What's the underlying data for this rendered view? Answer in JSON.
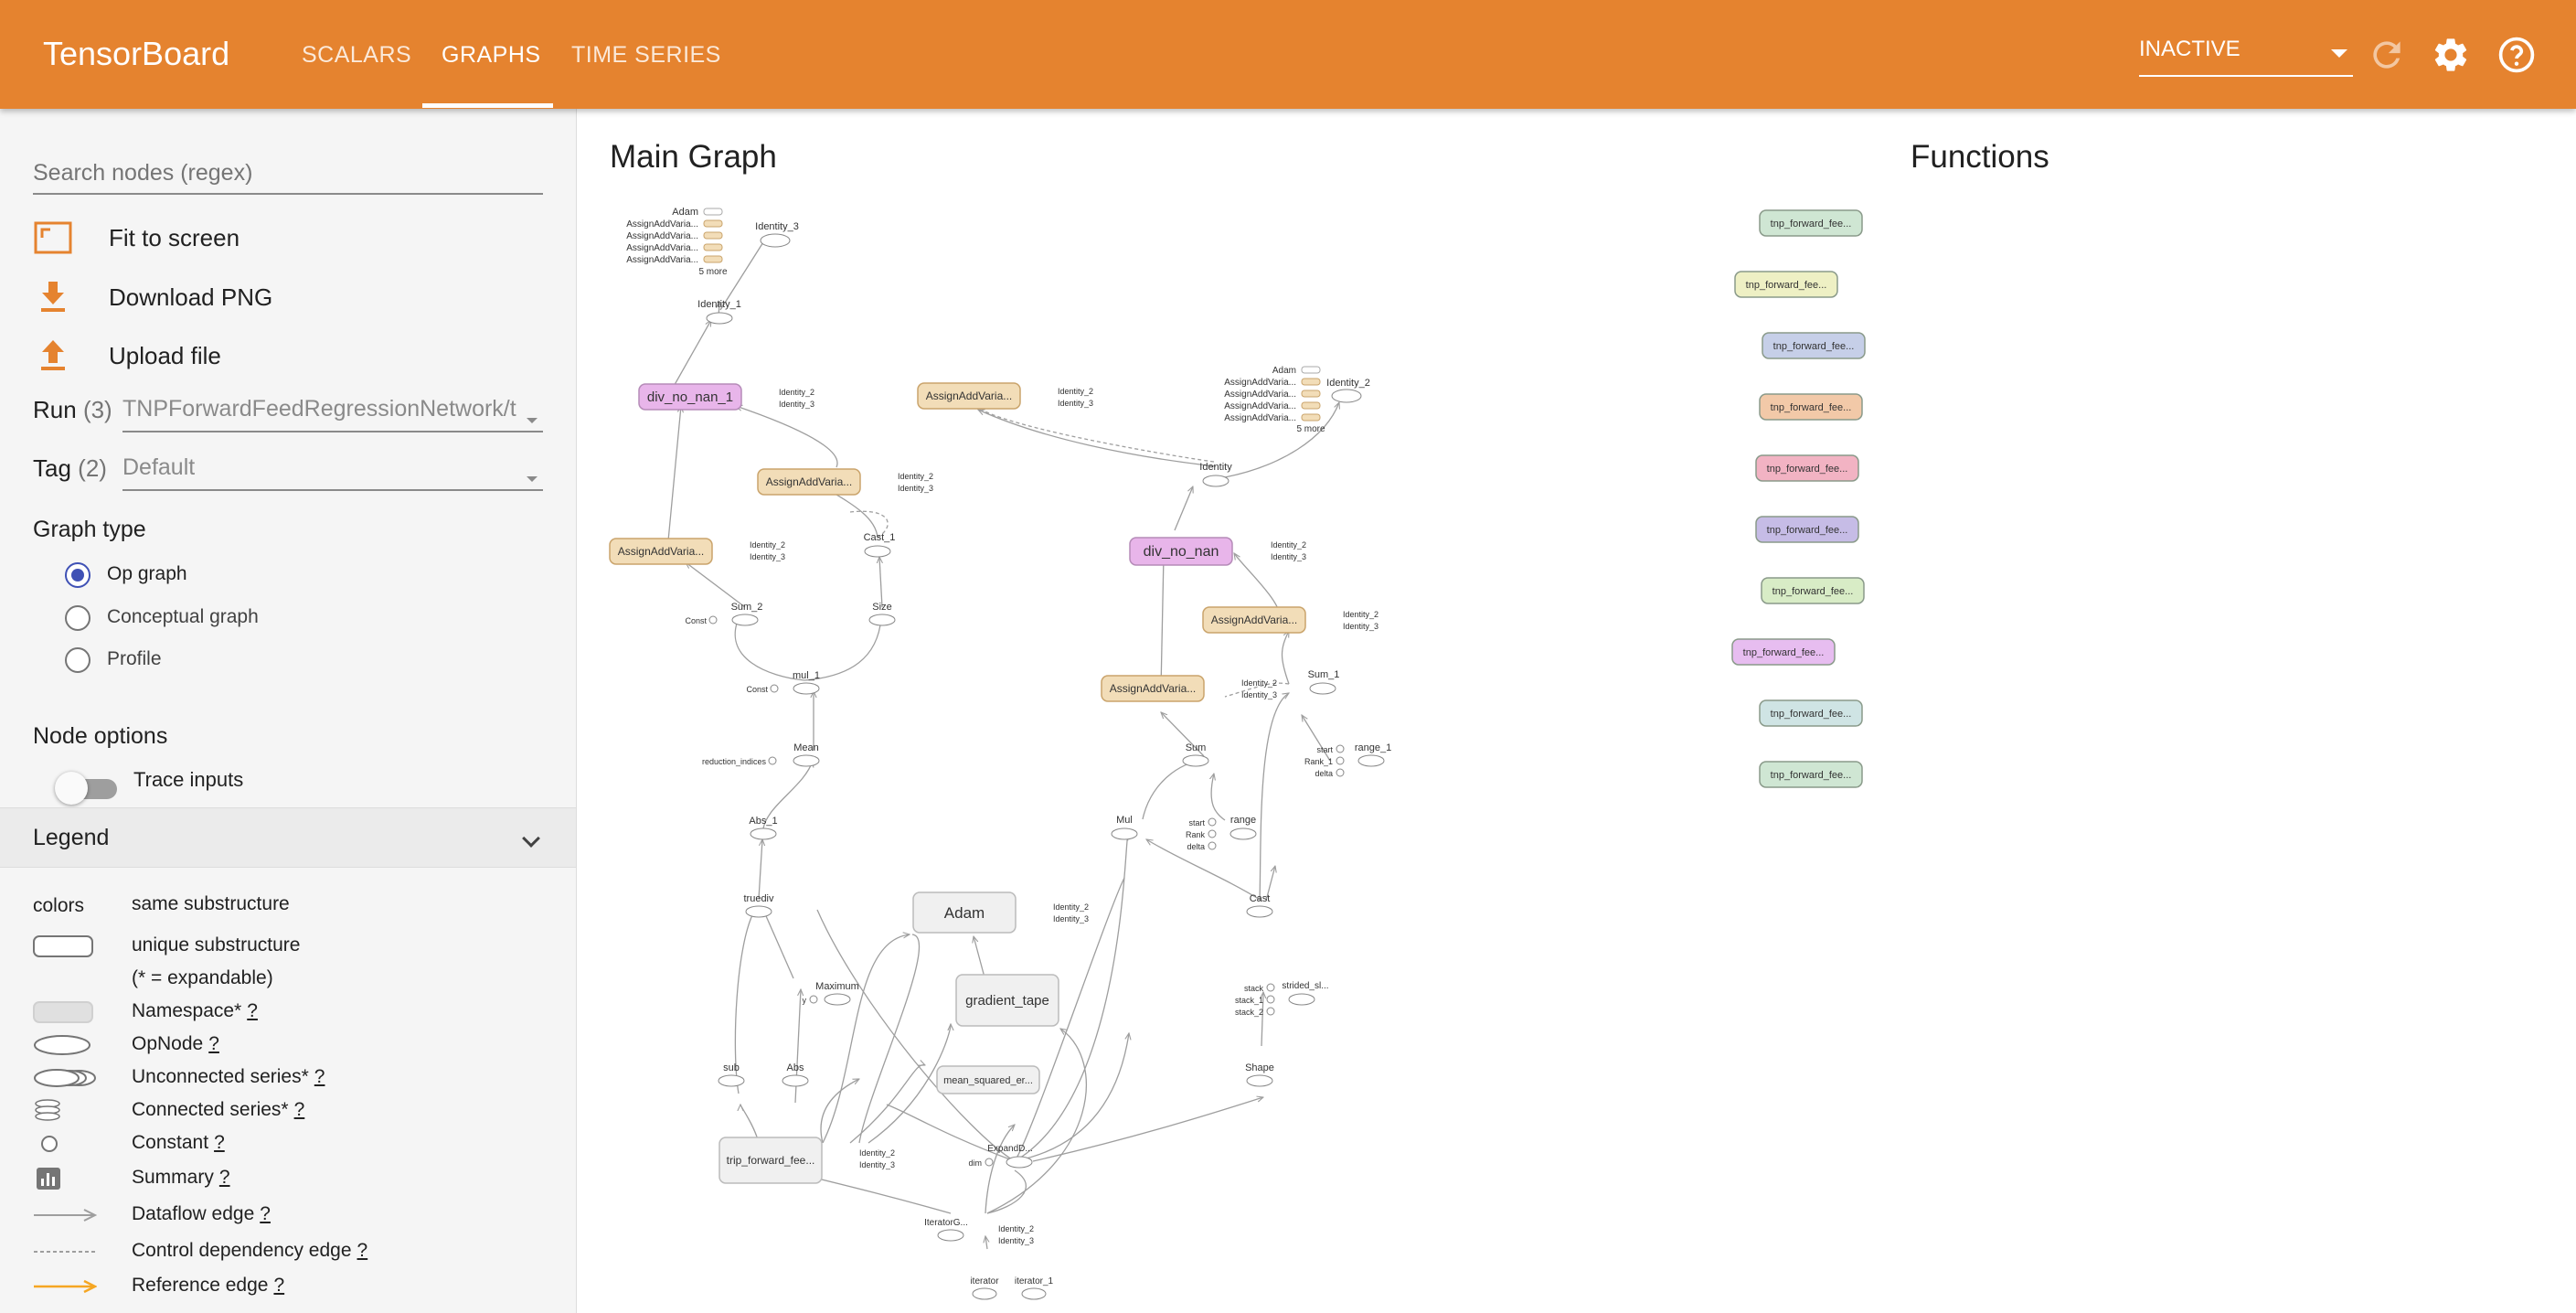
{
  "header": {
    "brand": "TensorBoard",
    "tabs": [
      {
        "label": "SCALARS",
        "active": false
      },
      {
        "label": "GRAPHS",
        "active": true
      },
      {
        "label": "TIME SERIES",
        "active": false
      }
    ],
    "status_select": "INACTIVE",
    "icons": [
      "refresh-icon",
      "settings-icon",
      "help-icon"
    ]
  },
  "sidebar": {
    "search_placeholder": "Search nodes (regex)",
    "actions": [
      {
        "label": "Fit to screen",
        "icon": "fit-screen-icon"
      },
      {
        "label": "Download PNG",
        "icon": "download-icon"
      },
      {
        "label": "Upload file",
        "icon": "upload-icon"
      }
    ],
    "run": {
      "label": "Run",
      "count": "(3)",
      "value": "TNPForwardFeedRegressionNetwork/t"
    },
    "tag": {
      "label": "Tag",
      "count": "(2)",
      "value": "Default"
    },
    "graph_type_title": "Graph type",
    "graph_types": [
      {
        "label": "Op graph",
        "selected": true
      },
      {
        "label": "Conceptual graph",
        "selected": false
      },
      {
        "label": "Profile",
        "selected": false
      }
    ],
    "node_options_title": "Node options",
    "trace_inputs_label": "Trace inputs",
    "legend_title": "Legend",
    "legend": [
      {
        "symbol": "colors",
        "text": "same substructure",
        "help": ""
      },
      {
        "symbol": "unique-substructure",
        "text": "unique substructure",
        "help": ""
      },
      {
        "symbol": "",
        "text": "(* = expandable)",
        "help": ""
      },
      {
        "symbol": "namespace",
        "text": "Namespace*",
        "help": "?"
      },
      {
        "symbol": "opnode",
        "text": "OpNode",
        "help": "?"
      },
      {
        "symbol": "unconnected-series",
        "text": "Unconnected series*",
        "help": "?"
      },
      {
        "symbol": "connected-series",
        "text": "Connected series*",
        "help": "?"
      },
      {
        "symbol": "constant",
        "text": "Constant",
        "help": "?"
      },
      {
        "symbol": "summary",
        "text": "Summary",
        "help": "?"
      },
      {
        "symbol": "dataflow-edge",
        "text": "Dataflow edge",
        "help": "?"
      },
      {
        "symbol": "control-edge",
        "text": "Control dependency edge",
        "help": "?"
      },
      {
        "symbol": "reference-edge",
        "text": "Reference edge",
        "help": "?"
      }
    ]
  },
  "main": {
    "main_graph_title": "Main Graph",
    "functions_title": "Functions",
    "colors": {
      "pink": "#e8b5ea",
      "tan": "#f2ddb8",
      "gray": "#f0f0f0",
      "edge": "#9e9e9e"
    },
    "nodes": {
      "div_no_nan_1": "div_no_nan_1",
      "div_no_nan": "div_no_nan",
      "assign": "AssignAddVaria...",
      "adam": "Adam",
      "gradient_tape": "gradient_tape",
      "mean_squared": "mean_squared_er...",
      "trip_forward": "trip_forward_fee...",
      "identity": "Identity",
      "identity_1": "Identity_1",
      "identity_2": "Identity_2",
      "identity_3": "Identity_3",
      "cast_1": "Cast_1",
      "sum_2": "Sum_2",
      "size": "Size",
      "mul_1": "mul_1",
      "mean": "Mean",
      "abs_1": "Abs_1",
      "truediv": "truediv",
      "maximum": "Maximum",
      "sub": "sub",
      "abs": "Abs",
      "const": "Const",
      "reduction_indices": "reduction_indices",
      "y": "y",
      "sum": "Sum",
      "sum_1": "Sum_1",
      "range": "range",
      "range_1": "range_1",
      "mul": "Mul",
      "cast": "Cast",
      "strided": "strided_sl...",
      "shape": "Shape",
      "expand_dims": "ExpandD...",
      "iterator_getnext": "IteratorG...",
      "iterator": "iterator",
      "iterator_1": "iterator_1",
      "start": "start",
      "rank": "Rank",
      "rank_1": "Rank_1",
      "delta": "delta",
      "stack": "stack",
      "stack_1": "stack_1",
      "stack_2": "stack_2",
      "dim": "dim",
      "five_more": "5 more"
    },
    "functions": [
      {
        "label": "tnp_forward_fee...",
        "color": "#cfe6d3"
      },
      {
        "label": "tnp_forward_fee...",
        "color": "#eef0c4"
      },
      {
        "label": "tnp_forward_fee...",
        "color": "#c6cfe8"
      },
      {
        "label": "tnp_forward_fee...",
        "color": "#f2c9a8"
      },
      {
        "label": "tnp_forward_fee...",
        "color": "#f2b3c3"
      },
      {
        "label": "tnp_forward_fee...",
        "color": "#c6bce6"
      },
      {
        "label": "tnp_forward_fee...",
        "color": "#d8ecc6"
      },
      {
        "label": "tnp_forward_fee...",
        "color": "#e7bdf0"
      },
      {
        "label": "tnp_forward_fee...",
        "color": "#cfe4e4"
      },
      {
        "label": "tnp_forward_fee...",
        "color": "#cfe6d3"
      }
    ]
  }
}
